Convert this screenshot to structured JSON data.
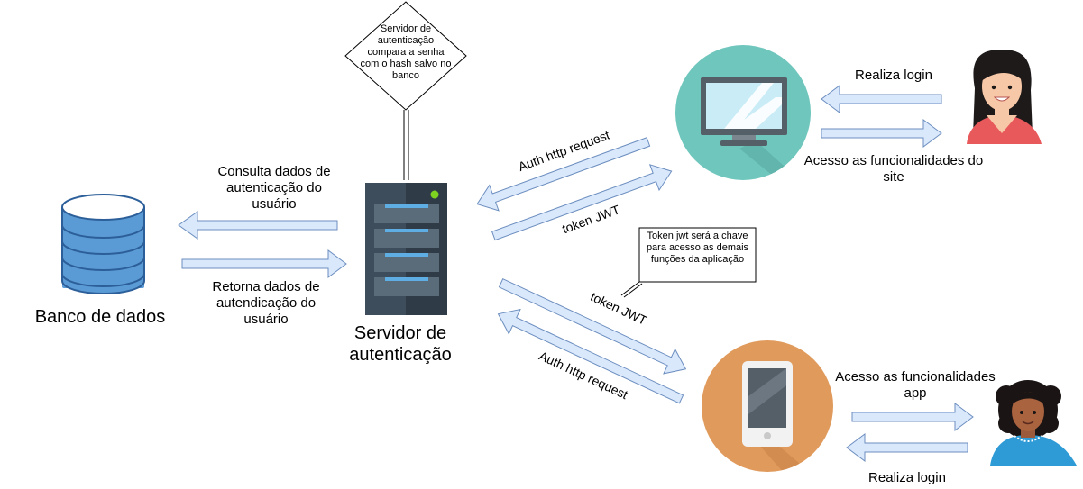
{
  "decision_note": "Servidor de autenticação compara a senha com o hash salvo no banco",
  "callout_note": "Token jwt será a chave para acesso as demais funções da aplicação",
  "nodes": {
    "database": "Banco de dados",
    "auth_server": "Servidor de autenticação"
  },
  "edges": {
    "query_auth": "Consulta dados de autenticação do usuário",
    "return_auth": "Retorna dados de autendicação do usuário",
    "web_request": "Auth http request",
    "web_token": "token JWT",
    "web_login": "Realiza login",
    "web_access": "Acesso as funcionalidades do site",
    "app_token": "token JWT",
    "app_request": "Auth http request",
    "app_access": "Acesso as funcionalidades app",
    "app_login": "Realiza login"
  },
  "colors": {
    "arrow_fill": "#dae8fc",
    "arrow_stroke": "#6c8ebf",
    "db_blue": "#5b9bd5",
    "server_dark": "#3d4d5c",
    "server_slot": "#5faee3",
    "monitor_circle": "#6fc6bd",
    "phone_circle": "#e09a5b",
    "skin": "#f7c8a7",
    "woman1_top": "#e8595b",
    "woman2_top": "#2e9bd6"
  }
}
